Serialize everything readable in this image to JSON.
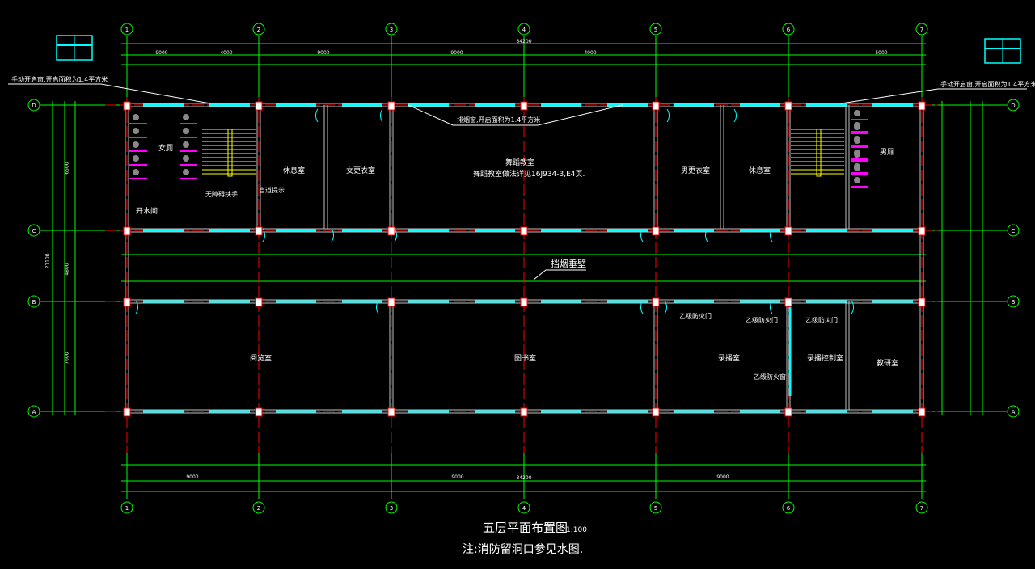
{
  "colors": {
    "background": "#000000",
    "grid_axis": "#ff0000",
    "dimension": "#00ff00",
    "wall": "#c0c0c0",
    "window": "#00ffff",
    "stair": "#ffff00",
    "fixture": "#ff00ff",
    "text": "#ffffff"
  },
  "axes": {
    "columns": [
      "1",
      "2",
      "3",
      "4",
      "5",
      "6",
      "7"
    ],
    "rows": [
      "D",
      "C",
      "B",
      "A"
    ]
  },
  "dimensions": {
    "total": "34200",
    "top_spans": [
      "9000",
      "4000",
      "9000",
      "9000",
      "4000",
      "5000"
    ],
    "bottom_spans": [
      "9000",
      "9000",
      "9000"
    ],
    "left_total": "21100",
    "left_spans": [
      "6500",
      "4800",
      "7600"
    ]
  },
  "rooms": {
    "womens_toilet": "女厕",
    "water_room": "开水间",
    "rest_left": "休息室",
    "female_locker": "女更衣室",
    "dance_room": "舞蹈教室",
    "dance_note": "舞蹈教室做法详见16J934-3,E4页.",
    "male_locker": "男更衣室",
    "rest_right": "休息室",
    "mens_toilet": "男厕",
    "reading": "阅览室",
    "library": "图书室",
    "recording": "录播室",
    "recording_control": "录播控制室",
    "teaching": "教研室"
  },
  "annotations": {
    "manual_window_left": "手动开启窗,开启面积为1.4平方米",
    "manual_window_right": "手动开启窗,开启面积为1.4平方米",
    "smoke_window": "排烟窗,开启面积为1.4平方米",
    "handrail": "无障碍扶手",
    "blind_path": "盲道提示",
    "smoke_curtain": "挡烟垂壁",
    "fire_door_1": "乙级防火门",
    "fire_door_2": "乙级防火门",
    "fire_door_3": "乙级防火门",
    "fire_window": "乙级防火窗"
  },
  "drawing": {
    "title": "五层平面布置图",
    "scale": "1:100",
    "note": "注:消防留洞口参见水图."
  }
}
